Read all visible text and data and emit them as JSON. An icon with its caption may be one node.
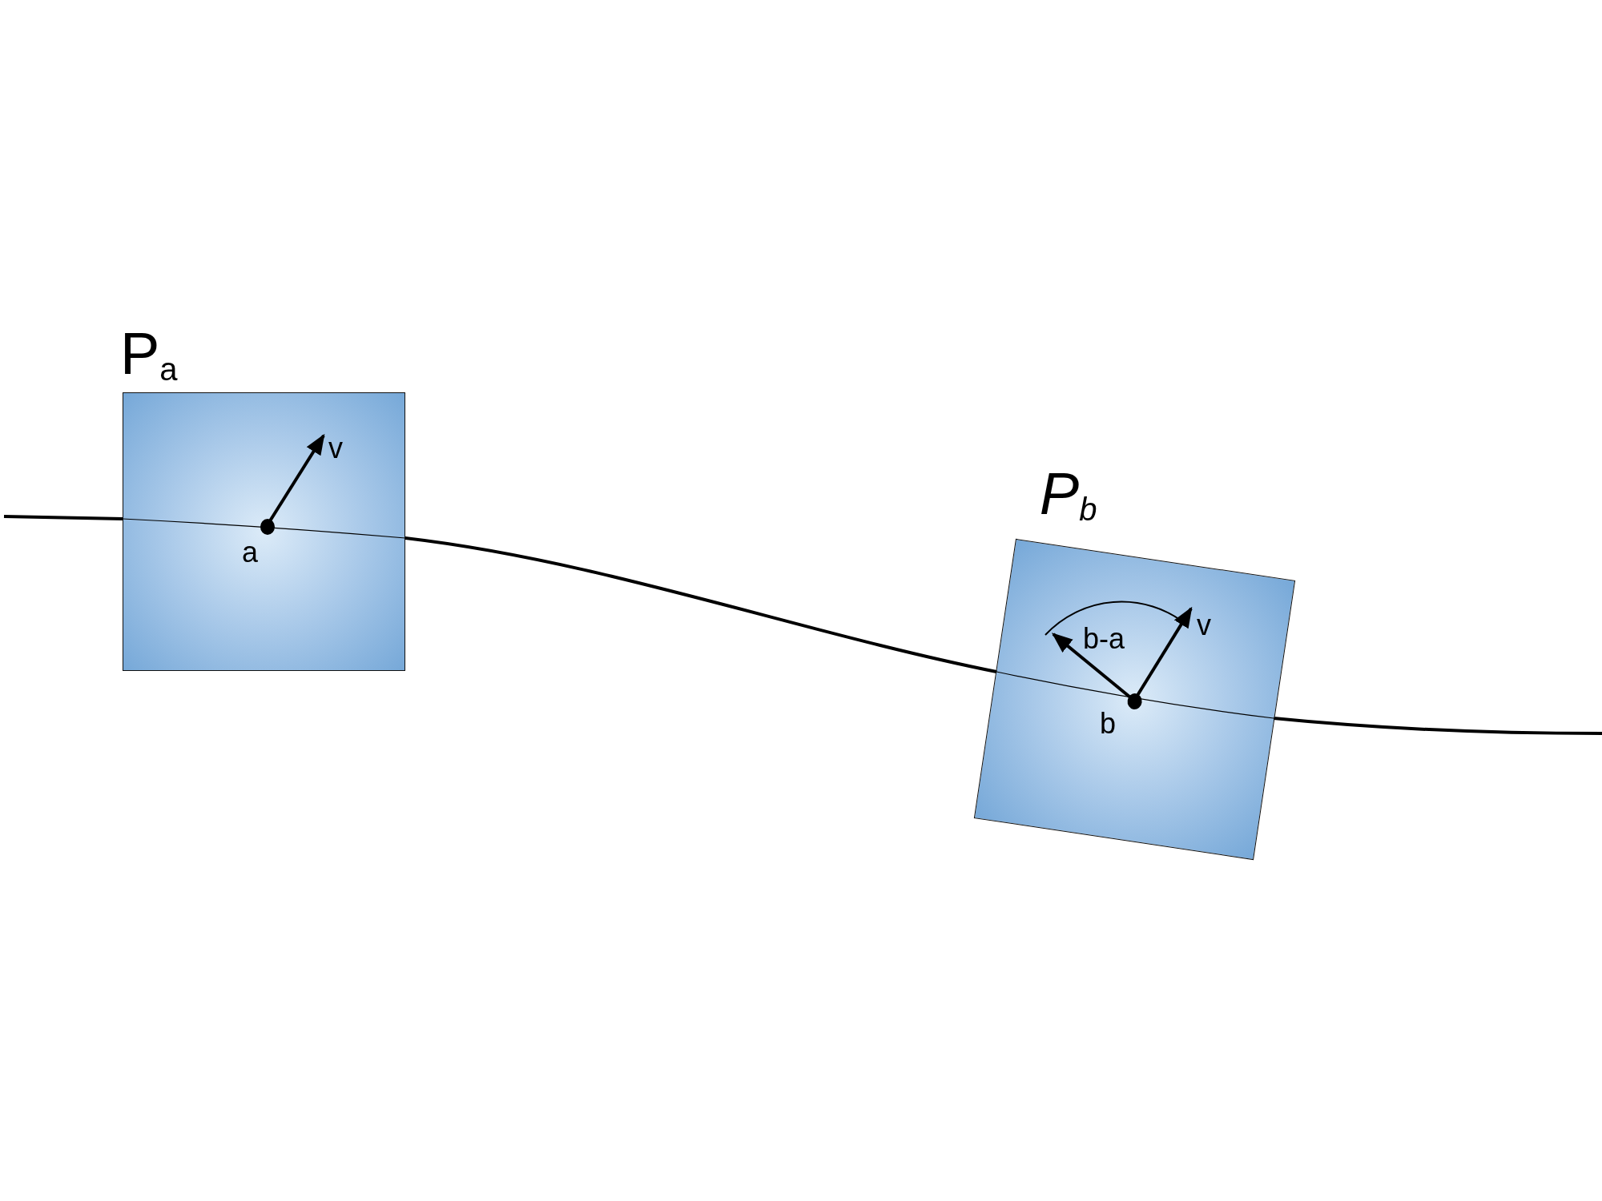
{
  "diagram": {
    "nodes": [
      {
        "text": [
          "P$_{a}$"
        ]
      },
      {
        "text": [
          "a"
        ],
        "in": 0
      },
      {
        "text": [
          "P$_{b}$"
        ]
      },
      {
        "text": [
          "b"
        ],
        "in": 2
      }
    ],
    "labels": [
      "v",
      "v",
      "b-a"
    ]
  }
}
